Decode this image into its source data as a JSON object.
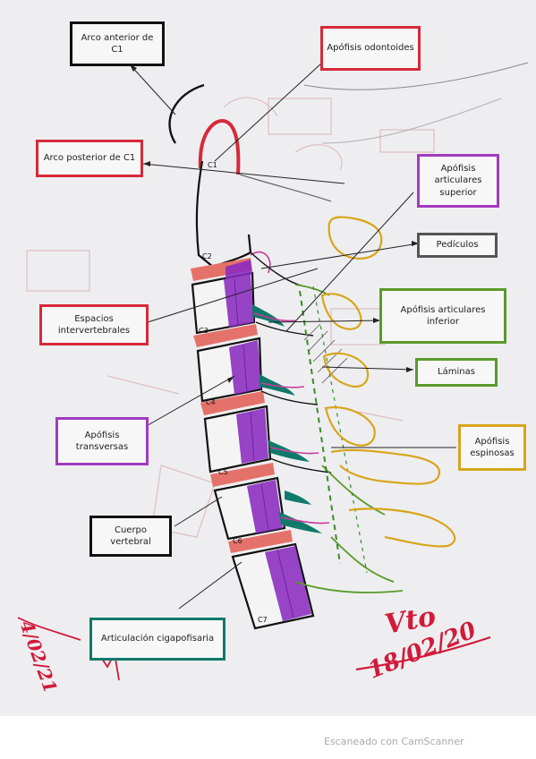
{
  "labels": {
    "arco_anterior": "Arco anterior de C1",
    "apofisis_odontoides": "Apófisis odontoides",
    "arco_posterior": "Arco posterior de C1",
    "apofisis_art_sup": "Apófisis articulares superior",
    "pediculos": "Pedículos",
    "espacios": "Espacios intervertebrales",
    "apofisis_art_inf": "Apófisis articulares inferior",
    "laminas": "Láminas",
    "apofisis_trans": "Apófisis transversas",
    "apofisis_esp": "Apófisis espinosas",
    "cuerpo": "Cuerpo vertebral",
    "articulacion": "Articulación cigapofisaria"
  },
  "vertebrae": [
    "C1",
    "C2",
    "C3",
    "C4",
    "C5",
    "C6",
    "C7"
  ],
  "signature": {
    "initials": "Vto",
    "date": "18/02/20",
    "margin_note": "4/02/21"
  },
  "footer": "Escaneado con CamScanner",
  "colors": {
    "red": "#d62a3a",
    "purple": "#8a2bc0",
    "teal": "#0f7a6a",
    "yellow": "#d7a51c",
    "green": "#5a9a2a",
    "black": "#111111",
    "gray": "#555555",
    "salmon": "#e4726a"
  }
}
